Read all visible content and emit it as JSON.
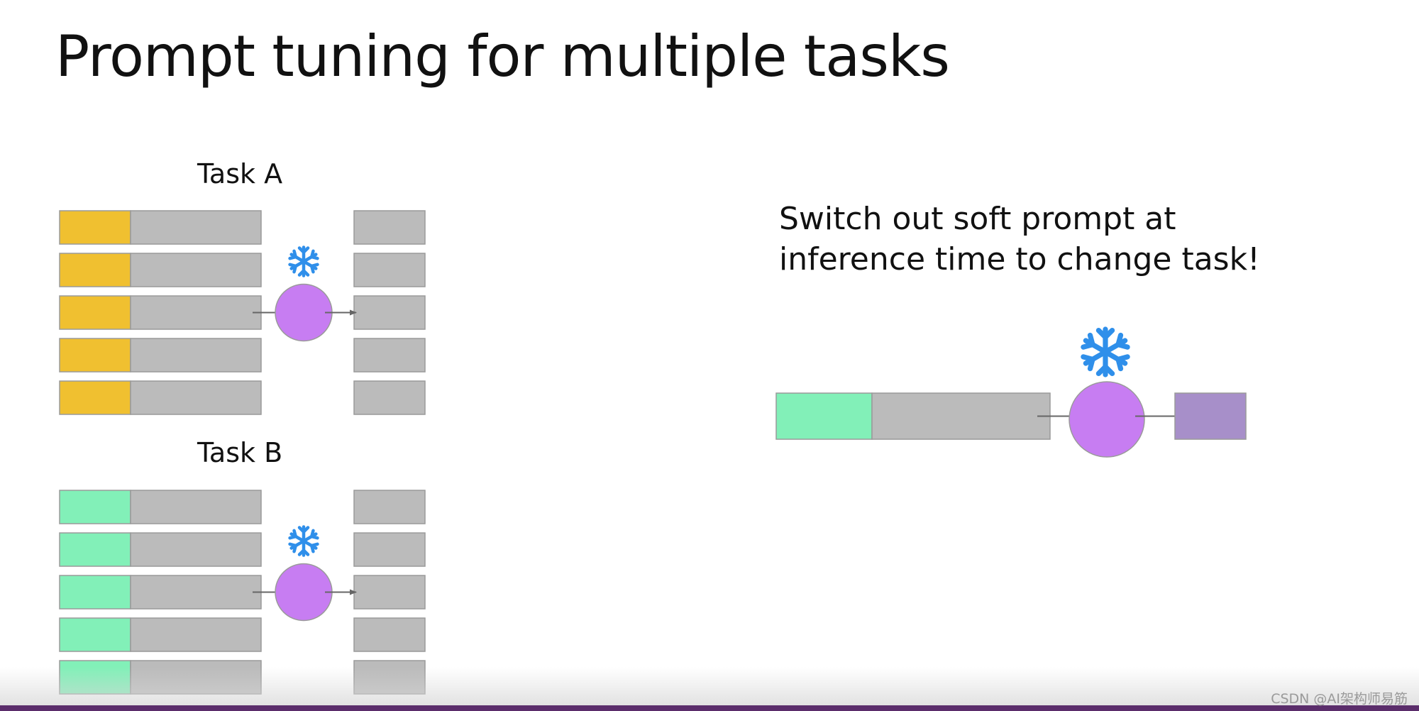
{
  "title": "Prompt tuning for multiple tasks",
  "task_a": {
    "label": "Task A"
  },
  "task_b": {
    "label": "Task B"
  },
  "caption": {
    "line1": "Switch out soft prompt at",
    "line2": "inference time to change task!"
  },
  "watermark": "CSDN @AI架构师易筋",
  "colors": {
    "task_a_prompt": "#f0c030",
    "task_b_prompt": "#82f0b8",
    "input": "#bbbbbb",
    "output": "#bbbbbb",
    "model": "#c77df2",
    "result_output": "#a78fc9",
    "snowflake": "#2f8fea",
    "arrow": "#666666"
  },
  "icons": {
    "frozen_marker": "snowflake-icon"
  }
}
